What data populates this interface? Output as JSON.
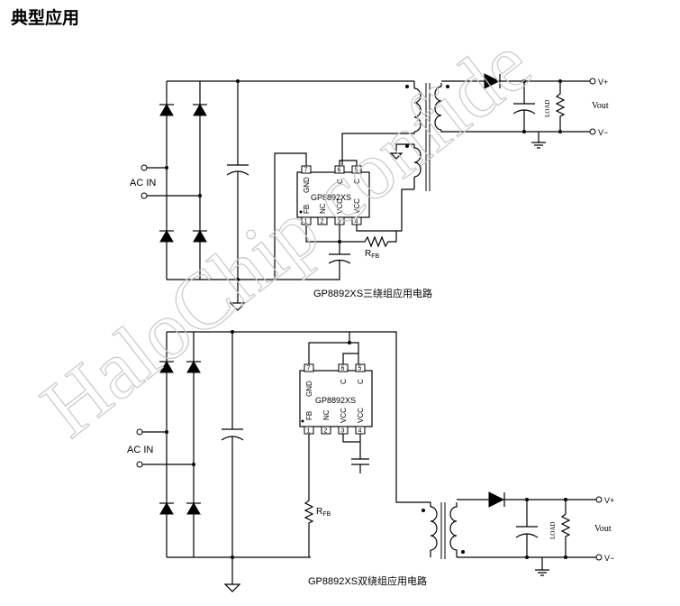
{
  "heading": "典型应用",
  "watermark": "HaloChip confide",
  "circuit1": {
    "chip": "GP8892XS",
    "ac_in": "AC IN",
    "vplus": "V+",
    "vminus": "V−",
    "vout": "Vout",
    "load": "LOAD",
    "rfb_r": "R",
    "rfb_sub": "FB",
    "pin_labels": {
      "gnd": "GND",
      "c6": "C",
      "c5": "C",
      "fb": "FB",
      "nc": "NC",
      "vcc3": "VCC",
      "vcc4": "VCC"
    },
    "pins": {
      "p1": "1",
      "p2": "2",
      "p3": "3",
      "p4": "4",
      "p5": "5",
      "p6": "6",
      "p7": "7"
    },
    "caption": "GP8892XS三绕组应用电路"
  },
  "circuit2": {
    "chip": "GP8892XS",
    "ac_in": "AC IN",
    "vplus": "V+",
    "vminus": "V−",
    "vout": "Vout",
    "load": "LOAD",
    "rfb_r": "R",
    "rfb_sub": "FB",
    "pin_labels": {
      "gnd": "GND",
      "c6": "C",
      "c5": "C",
      "fb": "FB",
      "nc": "NC",
      "vcc3": "VCC",
      "vcc4": "VCC"
    },
    "pins": {
      "p1": "1",
      "p2": "2",
      "p3": "3",
      "p4": "4",
      "p5": "5",
      "p6": "6",
      "p7": "7"
    },
    "caption": "GP8892XS双绕组应用电路"
  }
}
